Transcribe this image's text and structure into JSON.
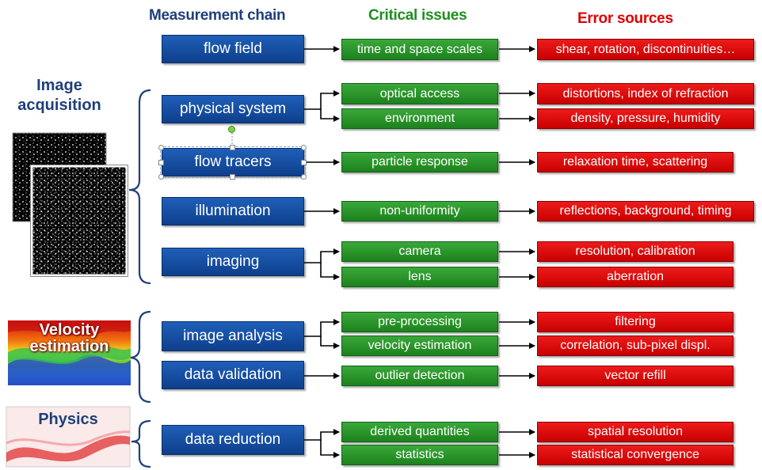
{
  "headers": {
    "measurement_chain": "Measurement chain",
    "critical_issues": "Critical issues",
    "error_sources": "Error sources"
  },
  "colors": {
    "header_blue": "#1f3f7a",
    "header_green": "#1e8f1e",
    "header_red": "#e00000",
    "box_blue": "#1552a8",
    "box_green": "#2a992a",
    "box_red": "#e01010"
  },
  "side_labels": {
    "image_acquisition": "Image acquisition",
    "velocity_estimation": "Velocity estimation",
    "physics": "Physics"
  },
  "chain": {
    "flow_field": "flow field",
    "physical_system": "physical system",
    "flow_tracers": "flow tracers",
    "illumination": "illumination",
    "imaging": "imaging",
    "image_analysis": "image analysis",
    "data_validation": "data validation",
    "data_reduction": "data reduction"
  },
  "issues": {
    "time_space": "time and space scales",
    "optical_access": "optical access",
    "environment": "environment",
    "particle_response": "particle response",
    "non_uniformity": "non-uniformity",
    "camera": "camera",
    "lens": "lens",
    "pre_processing": "pre-processing",
    "velocity_estimation": "velocity estimation",
    "outlier_detection": "outlier detection",
    "derived_quantities": "derived quantities",
    "statistics": "statistics"
  },
  "errors": {
    "shear": "shear, rotation, discontinuities…",
    "distortions": "distortions, index of refraction",
    "density": "density, pressure, humidity",
    "relaxation": "relaxation time, scattering",
    "reflections": "reflections, background, timing",
    "resolution": "resolution, calibration",
    "aberration": "aberration",
    "filtering": "filtering",
    "correlation": "correlation, sub-pixel displ.",
    "vector_refill": "vector refill",
    "spatial_resolution": "spatial resolution",
    "statistical_convergence": "statistical convergence"
  }
}
